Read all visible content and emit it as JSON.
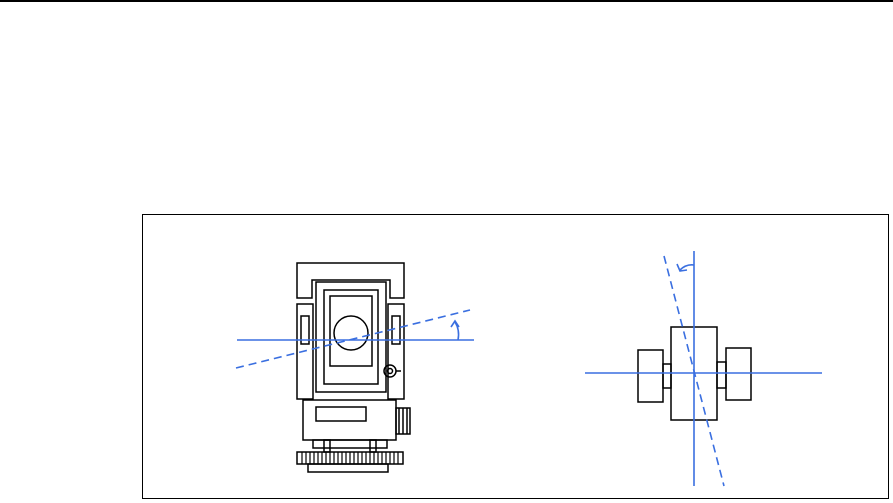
{
  "figure": {
    "line_color": "#000000",
    "axis_color": "#3a6fe0",
    "background": "#ffffff",
    "panels": [
      {
        "id": "instrument-front-view",
        "reference_axis": "horizontal",
        "tilted_axis_style": "dashed",
        "rotation_arrow": "counter-clockwise"
      },
      {
        "id": "telescope-top-view",
        "reference_axis": "vertical",
        "tilted_axis_style": "dashed",
        "rotation_arrow": "counter-clockwise"
      }
    ]
  }
}
